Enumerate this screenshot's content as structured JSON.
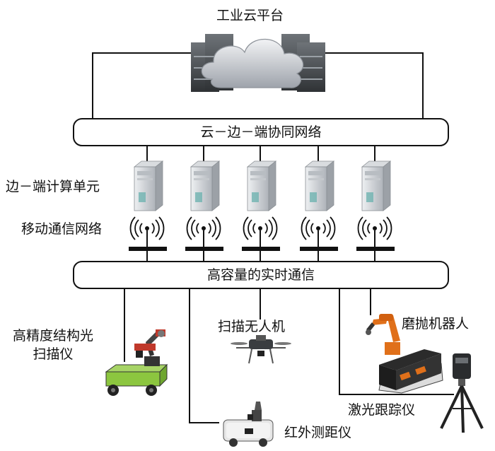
{
  "diagram": {
    "cloud_platform": "工业云平台",
    "collab_network": "云－边－端协同网络",
    "edge_units": "边－端计算单元",
    "mobile_network": "移动通信网络",
    "realtime_comm": "高容量的实时通信",
    "devices": {
      "scanner": "高精度结构光\n扫描仪",
      "drone": "扫描无人机",
      "robot": "磨抛机器人",
      "tracker": "激光跟踪仪",
      "rangefinder": "红外测距仪"
    },
    "colors": {
      "line": "#111111",
      "server": "#c9ccd0",
      "robot_orange": "#e0701a",
      "scanner_green": "#8cc63f",
      "cloud": "#b8bcc4"
    }
  }
}
